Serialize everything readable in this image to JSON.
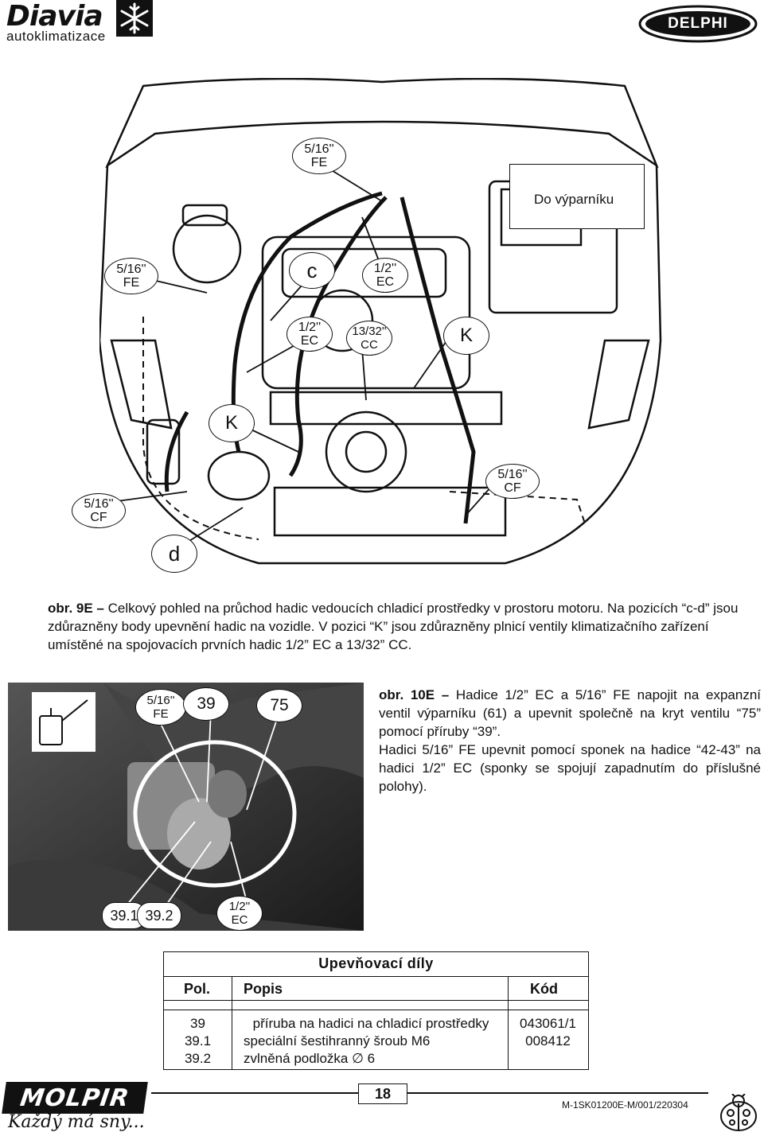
{
  "header": {
    "diavia_logo": "Diavia",
    "diavia_subtitle": "autoklimatizace",
    "delphi_logo": "DELPHI"
  },
  "figure9": {
    "callout_text": "Do výparníku",
    "labels": {
      "fe_top": [
        "5/16''",
        "FE"
      ],
      "fe_left": [
        "5/16''",
        "FE"
      ],
      "c": "c",
      "ec_half_top": [
        "1/2''",
        "EC"
      ],
      "ec_half_mid": [
        "1/2''",
        "EC"
      ],
      "cc": [
        "13/32''",
        "CC"
      ],
      "k_top": "K",
      "k_mid": "K",
      "cf_right": [
        "5/16''",
        "CF"
      ],
      "cf_left": [
        "5/16''",
        "CF"
      ],
      "d": "d"
    }
  },
  "caption9": {
    "prefix": "obr. 9E –",
    "text": " Celkový pohled na průchod hadic vedoucích chladicí prostředky v prostoru motoru. Na pozicích “c-d” jsou zdůrazněny body upevnění hadic na vozidle. V pozici “K” jsou zdůrazněny plnicí ventily klimatizačního zařízení umístěné na spojovacích prvních hadic 1/2” EC a 13/32” CC."
  },
  "figure10": {
    "fe": [
      "5/16''",
      "FE"
    ],
    "n39": "39",
    "n75": "75",
    "n391": "39.1",
    "n392": "39.2",
    "ec": [
      "1/2''",
      "EC"
    ]
  },
  "caption10": {
    "prefix": "obr. 10E –",
    "text1": " Hadice 1/2” EC a 5/16” FE napojit na expanzní ventil výparníku (61) a upevnit společně na kryt ventilu “75” pomocí příruby “39”.",
    "text2": "Hadici 5/16” FE upevnit pomocí sponek na hadice “42-43” na hadici 1/2” EC (sponky se spojují zapadnutím do příslušné polohy)."
  },
  "parts_table": {
    "title": "Upevňovací díly",
    "headers": [
      "Pol.",
      "Popis",
      "Kód"
    ],
    "rows": [
      [
        "39",
        "příruba na hadici na chladicí prostředky",
        "043061/1"
      ],
      [
        "39.1",
        "speciální šestihranný šroub M6",
        "008412"
      ],
      [
        "39.2",
        "zvlněná podložka ∅ 6",
        ""
      ]
    ]
  },
  "footer": {
    "molpir_logo": "MOLPIR",
    "slogan": "Každý má sny...",
    "page_number": "18",
    "doc_id": "M-1SK01200E-M/001/220304"
  }
}
